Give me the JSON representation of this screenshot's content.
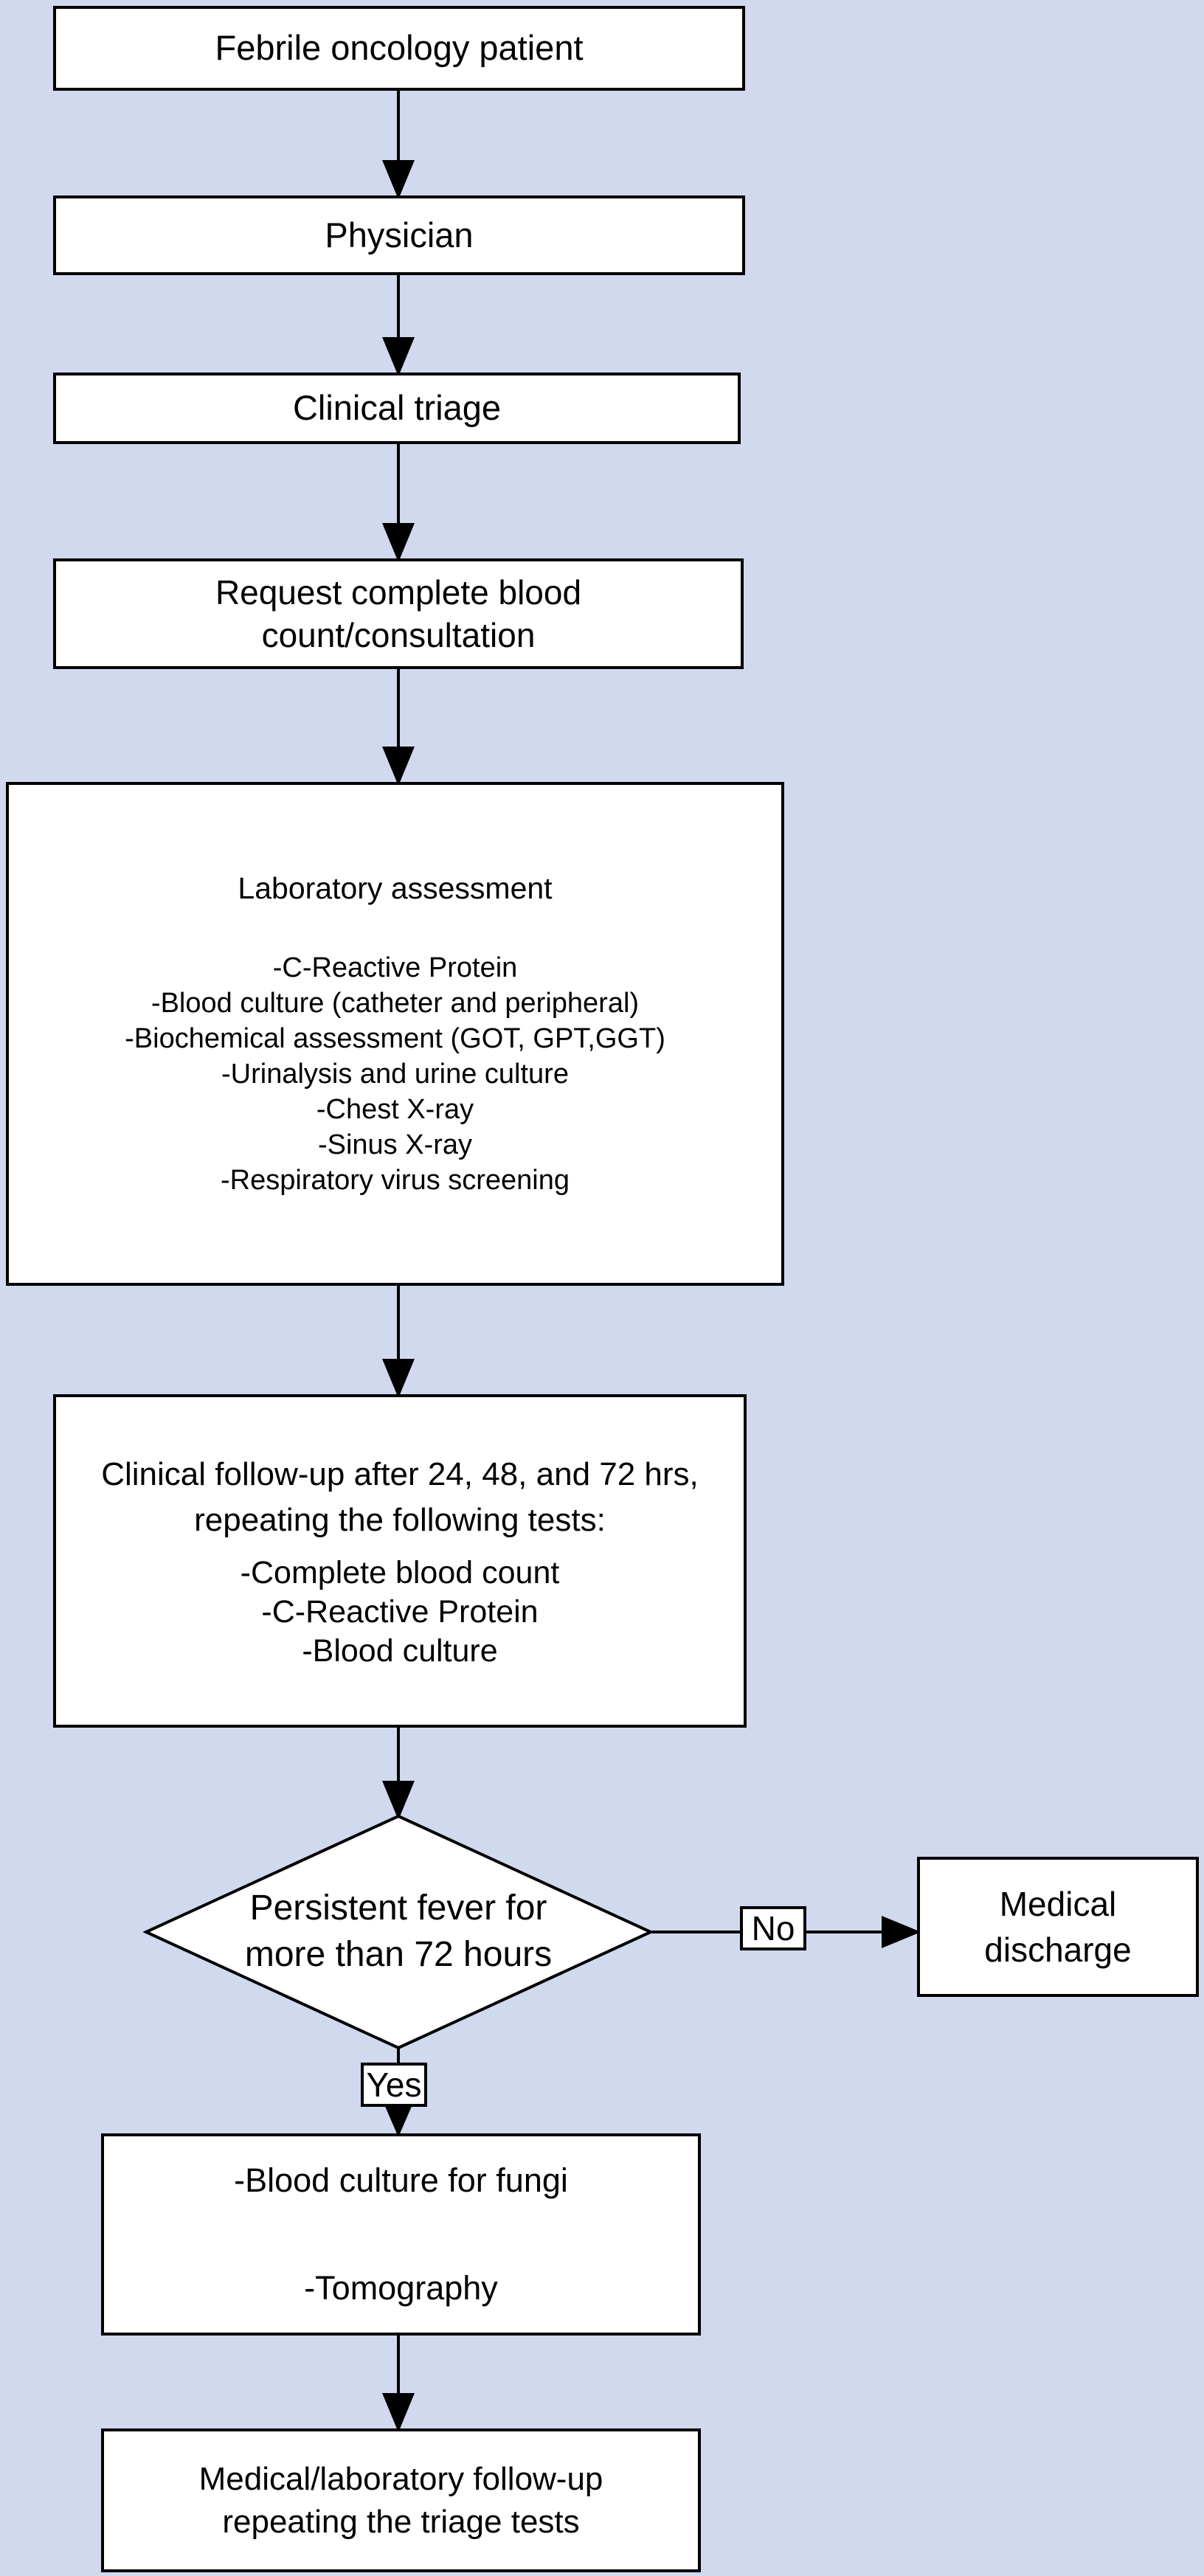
{
  "figure": {
    "background_color": "#d0d9ee",
    "node_fill": "#ffffff",
    "stroke_color": "#000000",
    "type": "flowchart"
  },
  "nodes": {
    "febrile": {
      "label": "Febrile oncology patient"
    },
    "physician": {
      "label": "Physician"
    },
    "triage": {
      "label": "Clinical triage"
    },
    "request": {
      "line1": "Request complete blood",
      "line2": "count/consultation"
    },
    "lab": {
      "title": "Laboratory assessment",
      "items": [
        "-C-Reactive Protein",
        "-Blood culture (catheter and peripheral)",
        "-Biochemical assessment (GOT, GPT,GGT)",
        "-Urinalysis and urine culture",
        "-Chest X-ray",
        "-Sinus X-ray",
        "-Respiratory virus screening"
      ]
    },
    "followup": {
      "line1": "Clinical follow-up after 24, 48, and 72 hrs,",
      "line2": "repeating the following tests:",
      "items": [
        "-Complete blood count",
        "-C-Reactive Protein",
        "-Blood culture"
      ]
    },
    "decision": {
      "line1": "Persistent fever for",
      "line2": "more than 72 hours"
    },
    "no_label": "No",
    "yes_label": "Yes",
    "discharge": {
      "line1": "Medical",
      "line2": "discharge"
    },
    "fungi": {
      "items": [
        "-Blood culture for fungi",
        "-Tomography"
      ]
    },
    "final": {
      "line1": "Medical/laboratory follow-up",
      "line2": "repeating the triage tests"
    }
  }
}
